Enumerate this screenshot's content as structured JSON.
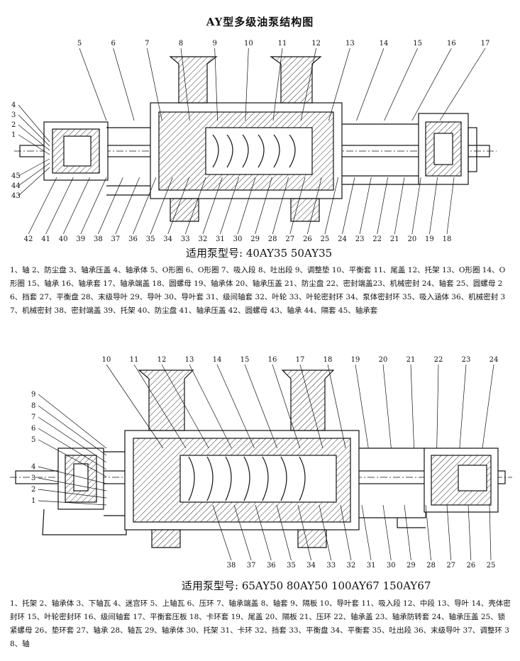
{
  "title": "AY型多级油泵结构图",
  "figure1": {
    "models_label": "适用泵型号: 40AY35  50AY35",
    "legend": "1、轴 2、防尘盘 3、轴承压盖 4、轴承体 5、O形圈 6、O形圈 7、吸入段 8、吐出段 9、调整垫 10、平衡套 11、尾盖 12、托架 13、O形圈 14、O形圈 15、轴承 16、轴承套 17、轴承端盖 18、圆螺母 19、轴承体 20、轴承压盖 21、防尘盘 22、密封端盖23、机械密封 24、轴套 25、圆螺母 26、挡套 27、平衡盘 28、末级导叶 29、导叶 30、导叶套 31、级间轴套 32、叶轮 33、叶轮密封环 34、泵体密封环 35、吸入涵体 36、机械密封 37、机械密封 38、密封端盖 39、托架 40、防尘盘 41、轴承压盖 42、圆螺母 43、轴承 44、隔套 45、轴承套",
    "labels_top": [
      "5",
      "6",
      "7",
      "8",
      "9",
      "10",
      "11",
      "12",
      "13",
      "14",
      "15",
      "16",
      "17"
    ],
    "labels_left": [
      "4",
      "3",
      "2",
      "1",
      "45",
      "44",
      "43"
    ],
    "labels_bottom": [
      "42",
      "41",
      "40",
      "39",
      "38",
      "37",
      "36",
      "35",
      "34",
      "33",
      "32",
      "31",
      "30",
      "29",
      "28",
      "27",
      "26",
      "25",
      "24",
      "23",
      "22",
      "21",
      "20",
      "19",
      "18"
    ]
  },
  "figure2": {
    "models_label": "适用泵型号: 65AY50  80AY50  100AY67  150AY67",
    "legend": "1、托架 2、轴承体 3、下轴瓦 4、迷宫环 5、上轴瓦 6、压环 7、轴承端盖 8、轴套 9、隔板 10、导叶套 11、吸入段 12、中段 13、导叶 14、壳体密封环 15、叶轮密封环 16、级间轴套 17、平衡套压板 18、卡环套 19、尾盖 20、隔板 21、压环 22、轴承盖 23、轴承防转套 24、轴承压盖 25、锁紧螺母 26、垫环套 27、轴承 28、轴瓦 29、轴承体 30、托架 31、卡环 32、挡套 33、平衡盘 34、平衡套 35、吐出段 36、末级导叶 37、调整环 38、轴",
    "labels_top": [
      "10",
      "11",
      "12",
      "13",
      "14",
      "15",
      "16",
      "17",
      "18",
      "19",
      "20",
      "21",
      "22",
      "23",
      "24"
    ],
    "labels_left": [
      "9",
      "8",
      "7",
      "6",
      "5",
      "4",
      "3",
      "2",
      "1"
    ],
    "labels_bottom": [
      "38",
      "37",
      "36",
      "35",
      "34",
      "33",
      "32",
      "31",
      "30",
      "29",
      "28",
      "27",
      "26",
      "25"
    ]
  }
}
